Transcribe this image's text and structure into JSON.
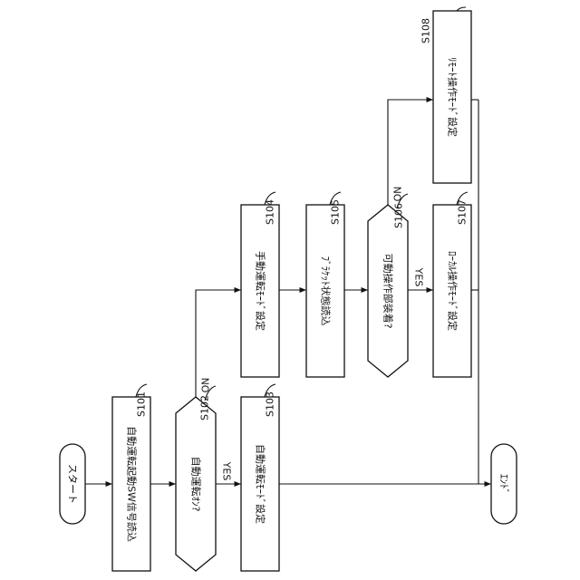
{
  "flowchart": {
    "nodes": {
      "start": {
        "text": "スタート"
      },
      "s101": {
        "id": "S101",
        "text": "自動運転起動SW信号読込"
      },
      "s102": {
        "id": "S102",
        "text": "自動運転ｵﾝ?"
      },
      "s103": {
        "id": "S103",
        "text": "自動運転ﾓｰﾄﾞ設定"
      },
      "s104": {
        "id": "S104",
        "text": "手動運転ﾓｰﾄﾞ設定"
      },
      "s105": {
        "id": "S105",
        "text": "ﾌﾞﾗｹｯﾄ状態読込"
      },
      "s106": {
        "id": "S106",
        "text": "可動操作部装着?"
      },
      "s107": {
        "id": "S107",
        "text": "ﾛｰｶﾙ操作ﾓｰﾄﾞ設定"
      },
      "s108": {
        "id": "S108",
        "text": "ﾘﾓｰﾄ操作ﾓｰﾄﾞ設定"
      },
      "end": {
        "text": "ｴﾝﾄﾞ"
      }
    },
    "branches": {
      "s102_yes": "YES",
      "s102_no": "NO",
      "s106_yes": "YES",
      "s106_no": "NO"
    }
  }
}
